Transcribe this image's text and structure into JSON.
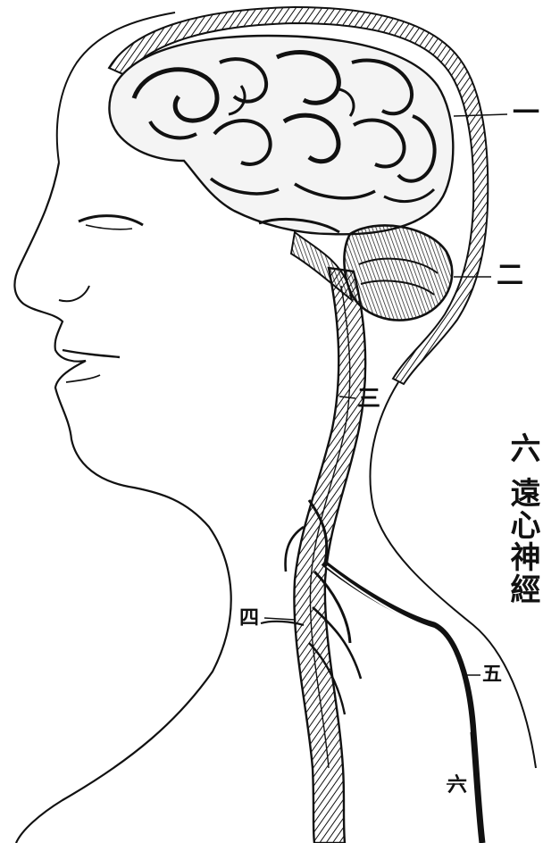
{
  "figure": {
    "labels": [
      "一",
      "二",
      "三",
      "四",
      "五",
      "六"
    ],
    "caption": "六 遠心神經"
  },
  "colors": {
    "ink": "#111111",
    "paper": "#ffffff"
  }
}
